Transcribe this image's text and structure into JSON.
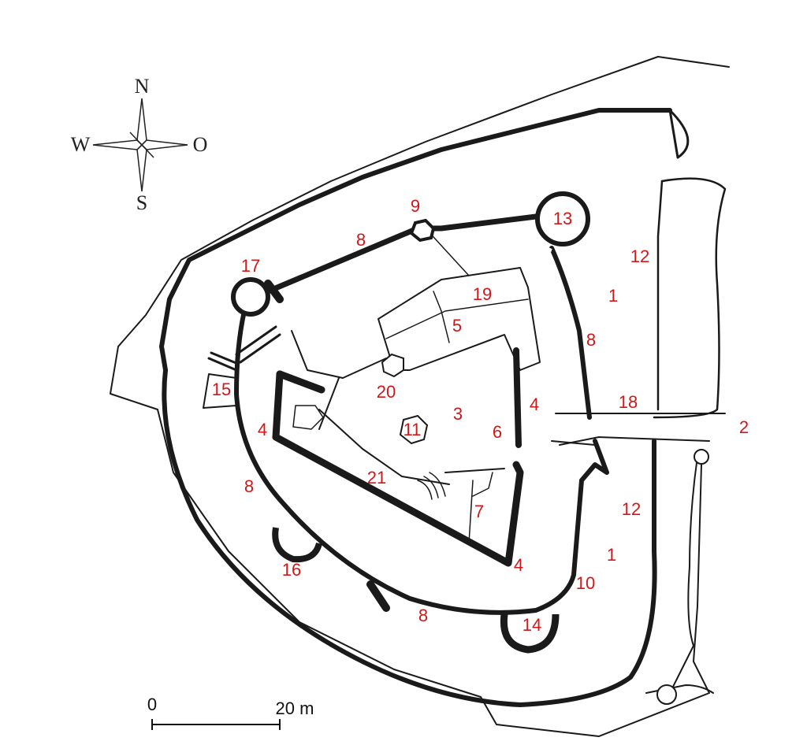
{
  "compass": {
    "north": "N",
    "south": "S",
    "west": "W",
    "east": "O"
  },
  "scale_bar": {
    "start_label": "0",
    "end_label": "20 m"
  },
  "labels": {
    "l1a": "1",
    "l1b": "1",
    "l2": "2",
    "l3": "3",
    "l4a": "4",
    "l4b": "4",
    "l4c": "4",
    "l5": "5",
    "l6": "6",
    "l7": "7",
    "l8a": "8",
    "l8b": "8",
    "l8c": "8",
    "l8d": "8",
    "l9": "9",
    "l10": "10",
    "l11": "11",
    "l12a": "12",
    "l12b": "12",
    "l13": "13",
    "l14": "14",
    "l15": "15",
    "l16": "16",
    "l17": "17",
    "l18": "18",
    "l19": "19",
    "l20": "20",
    "l21": "21"
  },
  "colors": {
    "label": "#d01818",
    "line": "#1a1a1a",
    "background": "#ffffff"
  }
}
